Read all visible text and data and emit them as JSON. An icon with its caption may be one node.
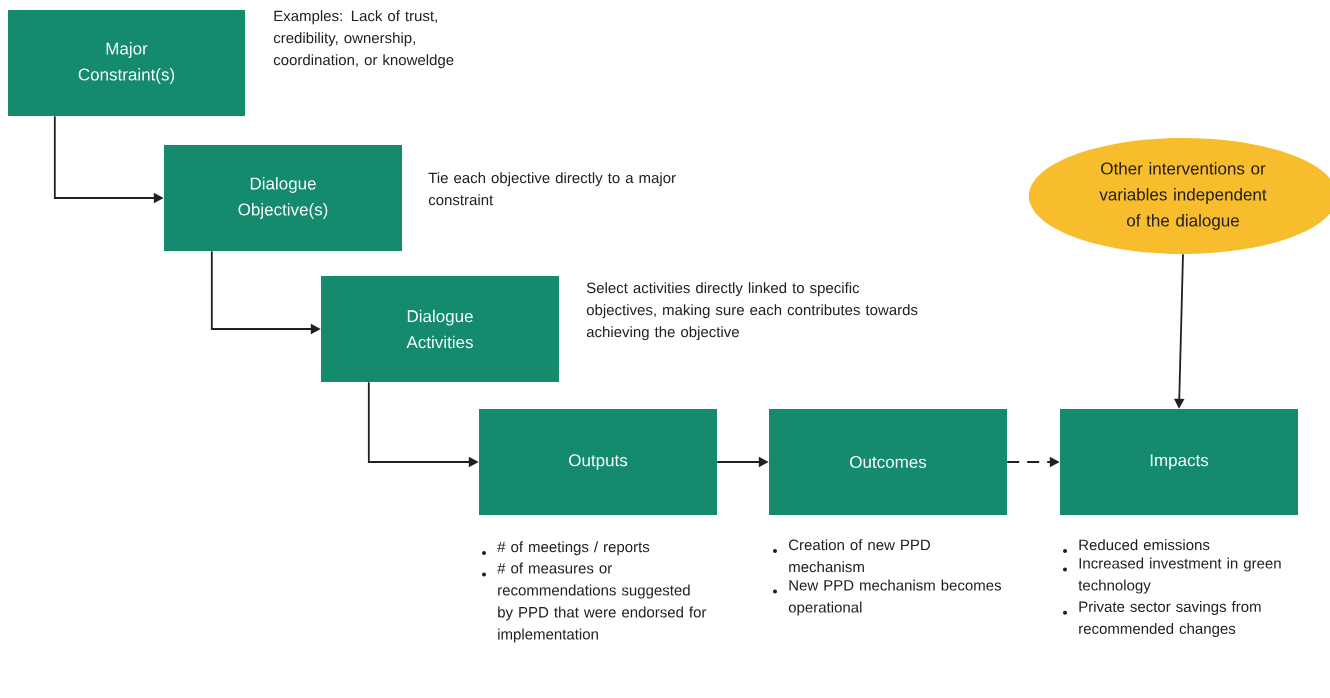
{
  "diagram": {
    "nodes": [
      {
        "text": [
          "Major Constraint(s)"
        ],
        "beside": [
          "Examples: Lack of trust, credibility, ownership, coordination, or knoweldge"
        ]
      },
      {
        "text": [
          "Dialogue Objective(s)"
        ],
        "beside": [
          "Tie each objective directly to a major constraint"
        ]
      },
      {
        "text": [
          "Dialogue Activities"
        ],
        "beside": [
          "Select activities directly linked to specific objectives, making sure each contributes towards achieving the objective"
        ]
      },
      {
        "text": [
          "Outputs"
        ],
        "beside": [
          "# of meetings / reports",
          "# of measures or recommendations suggested by PPD that were endorsed for implementation"
        ]
      },
      {
        "text": [
          "Outcomes"
        ],
        "beside": [
          "Creation of new PPD mechanism",
          "New PPD mechanism becomes operational"
        ]
      },
      {
        "text": [
          "Impacts"
        ],
        "beside": [
          "Reduced emissions",
          "Increased investment in green technology",
          "Private sector savings from recommended changes"
        ]
      },
      {
        "text": [
          "Other interventions or variables independent of the dialogue"
        ]
      }
    ],
    "edges": [
      {
        "from": 0,
        "to": 1,
        "arrow": "to"
      },
      {
        "from": 1,
        "to": 2,
        "arrow": "to"
      },
      {
        "from": 2,
        "to": 3,
        "arrow": "to"
      },
      {
        "from": 3,
        "to": 4,
        "arrow": "to"
      },
      {
        "from": 4,
        "to": 5,
        "arrow": "to",
        "style": "dashed"
      },
      {
        "from": 6,
        "to": 5,
        "arrow": "to"
      }
    ]
  }
}
